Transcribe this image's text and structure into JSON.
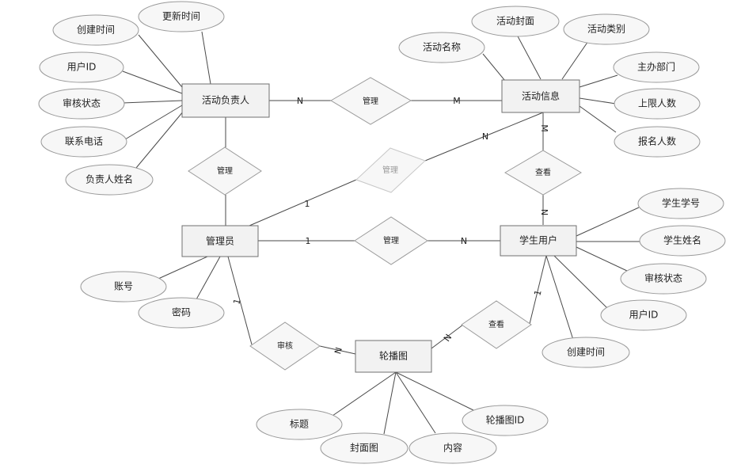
{
  "entities": {
    "activity_owner": "活动负责人",
    "activity_info": "活动信息",
    "admin": "管理员",
    "student_user": "学生用户",
    "carousel": "轮播图"
  },
  "relationships": {
    "manage_owner_activity": "管理",
    "manage_admin_owner": "管理",
    "manage_admin_activity": "管理",
    "view_student_activity": "查看",
    "manage_admin_student": "管理",
    "review_admin_carousel": "审核",
    "view_student_carousel": "查看"
  },
  "attributes": {
    "owner": [
      "创建时间",
      "更新时间",
      "用户ID",
      "审核状态",
      "联系电话",
      "负责人姓名"
    ],
    "activity": [
      "活动名称",
      "活动封面",
      "活动类别",
      "主办部门",
      "上限人数",
      "报名人数"
    ],
    "admin": [
      "账号",
      "密码"
    ],
    "student": [
      "学生学号",
      "学生姓名",
      "审核状态",
      "用户ID",
      "创建时间"
    ],
    "carousel": [
      "标题",
      "封面图",
      "内容",
      "轮播图ID"
    ]
  },
  "cardinalities": {
    "owner_manage": "N",
    "activity_manage": "M",
    "activity_view": "M",
    "student_view": "N",
    "activity_admin_manage": "N",
    "admin_activity_manage": "1",
    "admin_student_manage": "1",
    "student_admin_manage": "N",
    "admin_review": "1",
    "carousel_review": "N",
    "carousel_view": "N",
    "student_carousel_view": "1"
  }
}
